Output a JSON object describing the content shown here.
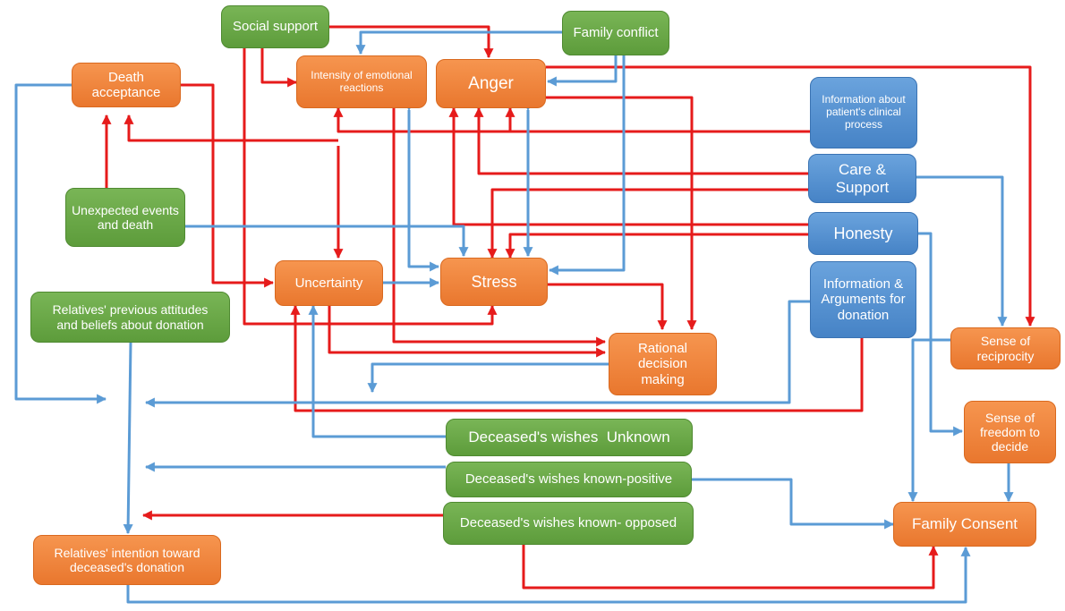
{
  "colors": {
    "orange": "#ee7f35",
    "green": "#68a846",
    "blue": "#5190d1",
    "red_arrow": "#e61b1b",
    "blue_arrow": "#5b9bd5"
  },
  "nodes": {
    "social_support": "Social support",
    "family_conflict": "Family conflict",
    "death_acceptance": "Death acceptance",
    "intensity": "Intensity of emotional reactions",
    "anger": "Anger",
    "info_clinical": "Information about patient's clinical process",
    "care_support": "Care & Support",
    "unexpected": "Unexpected events and death",
    "honesty": "Honesty",
    "uncertainty": "Uncertainty",
    "stress": "Stress",
    "info_args": "Information & Arguments for donation",
    "relatives_previous": "Relatives' previous attitudes and beliefs about donation",
    "rational": "Rational decision making",
    "reciprocity": "Sense of reciprocity",
    "wishes_unknown": "Deceased's wishes  Unknown",
    "freedom": "Sense of freedom to decide",
    "wishes_positive": "Deceased's wishes known-positive",
    "wishes_opposed": "Deceased's wishes known- opposed",
    "family_consent": "Family Consent",
    "relatives_intention": "Relatives' intention toward deceased's donation"
  }
}
